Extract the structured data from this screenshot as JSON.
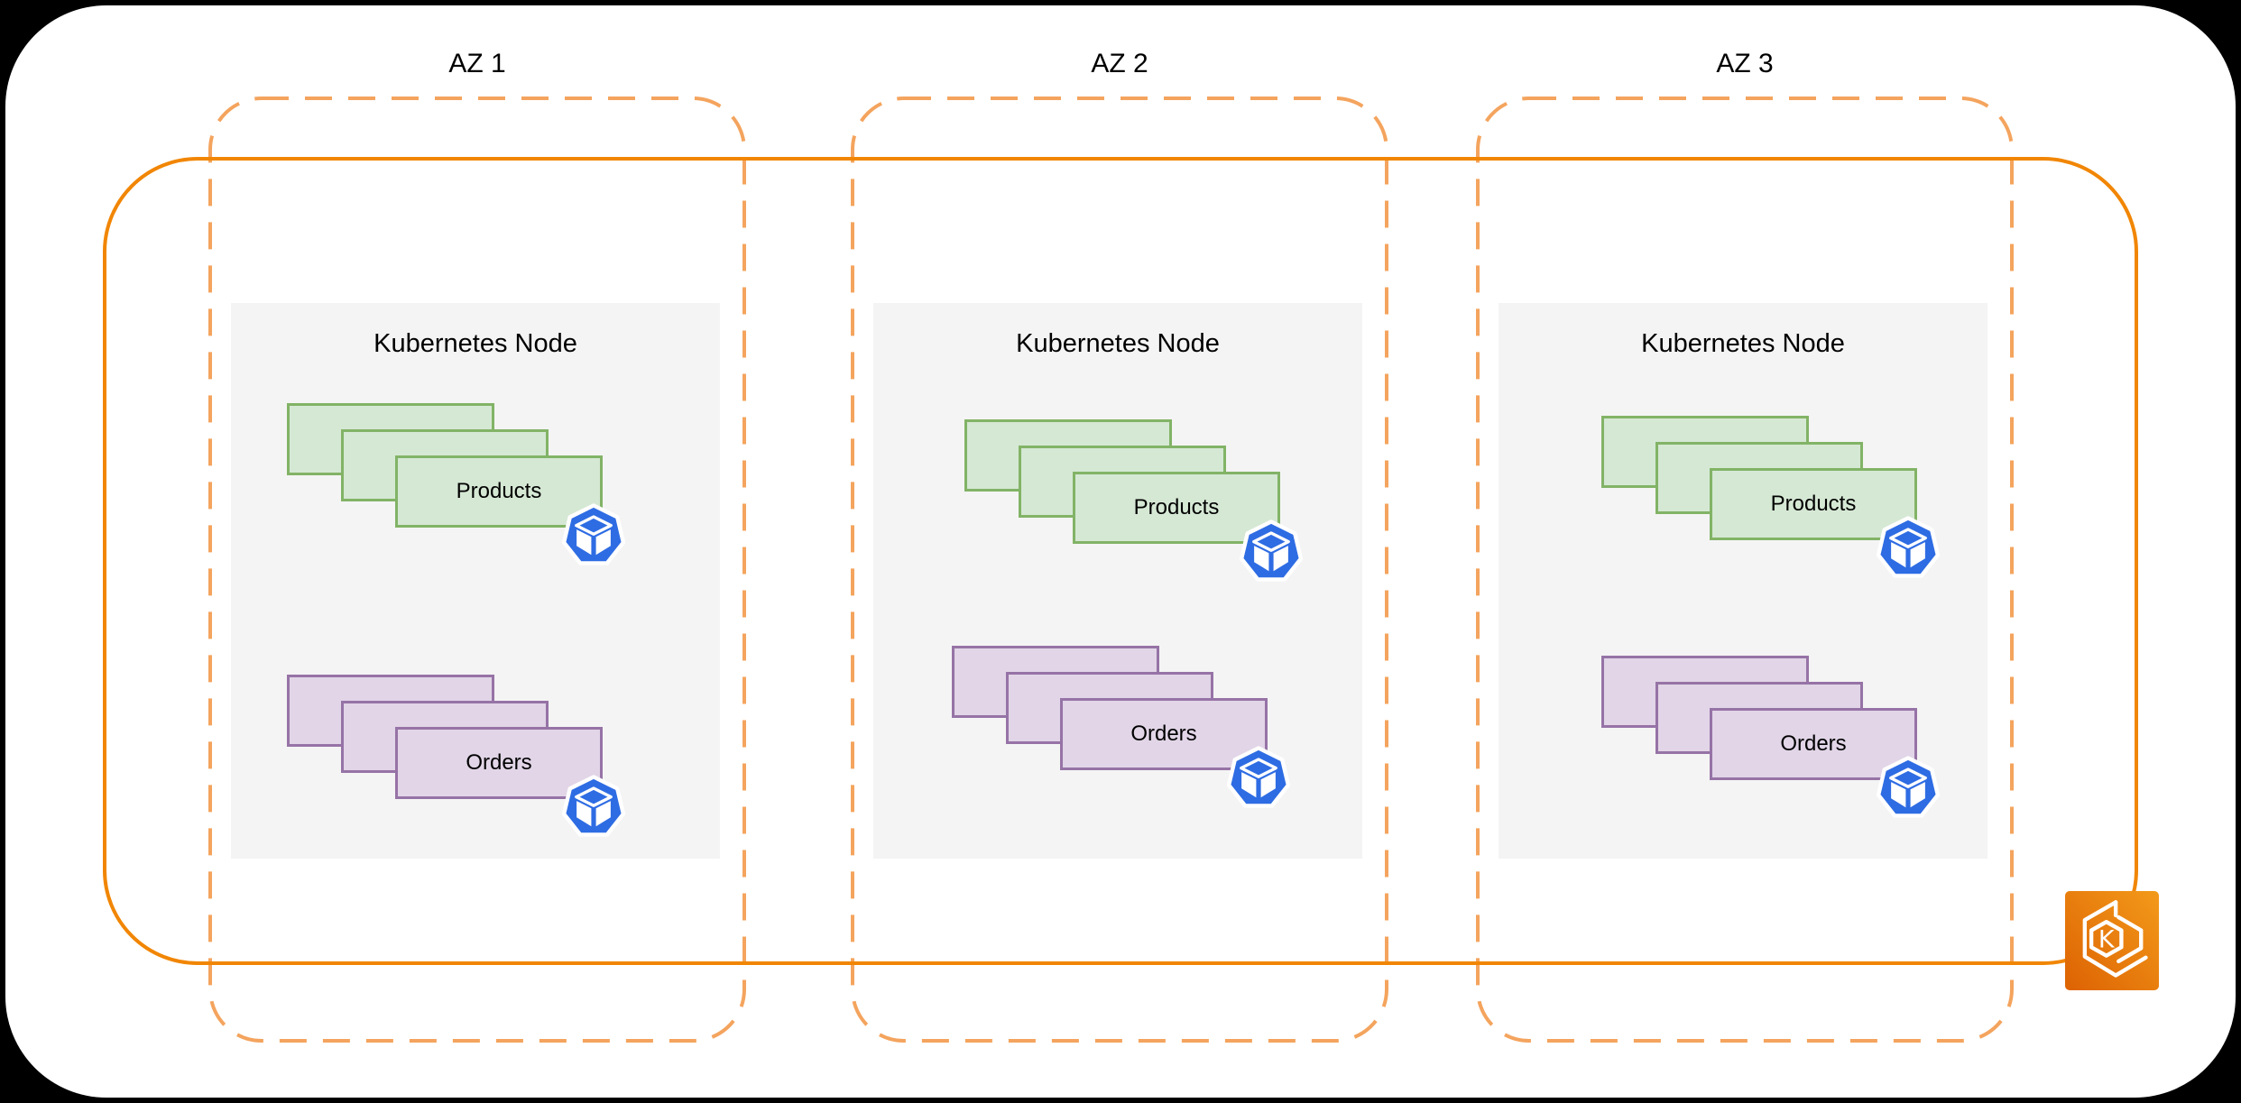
{
  "diagram": {
    "zones": [
      {
        "label": "AZ 1",
        "node": {
          "title": "Kubernetes Node",
          "stacks": [
            {
              "label": "Products",
              "layers": 3
            },
            {
              "label": "Orders",
              "layers": 3
            }
          ]
        }
      },
      {
        "label": "AZ 2",
        "node": {
          "title": "Kubernetes Node",
          "stacks": [
            {
              "label": "Products",
              "layers": 3
            },
            {
              "label": "Orders",
              "layers": 3
            }
          ]
        }
      },
      {
        "label": "AZ 3",
        "node": {
          "title": "Kubernetes Node",
          "stacks": [
            {
              "label": "Products",
              "layers": 3
            },
            {
              "label": "Orders",
              "layers": 3
            }
          ]
        }
      }
    ],
    "eks_icon": {
      "name": "amazon-eks-icon",
      "letter": "K"
    },
    "pod_icon_name": "kubernetes-pod-icon",
    "colors": {
      "cluster_border": "#F18604",
      "az_border": "#F4A45E",
      "products_fill": "#D5E8D4",
      "products_border": "#82B366",
      "orders_fill": "#E1D5E7",
      "orders_border": "#9673A6",
      "node_fill": "#F4F4F4",
      "pod_blue": "#2E6CE3",
      "eks_gradient_start": "#F39A1A",
      "eks_gradient_end": "#DD6203"
    }
  }
}
